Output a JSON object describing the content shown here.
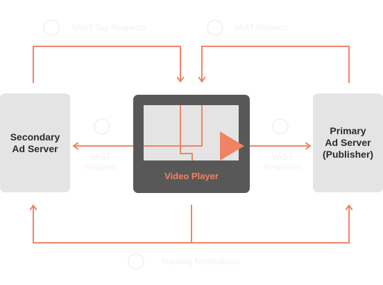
{
  "nodes": {
    "secondary": "Secondary\nAd Server",
    "primary": "Primary\nAd Server\n(Publisher)",
    "player": "Video Player"
  },
  "faint_labels": {
    "top_left": "VAST Tag Requests",
    "top_right": "VAST Redirect",
    "mid_left": "VAST\nRequest",
    "mid_right": "VAST\nResponse",
    "bottom": "Tracking Notifications"
  },
  "colors": {
    "accent": "#f08363",
    "player_bg": "#585858",
    "node_bg": "#e4e4e4",
    "text": "#2b2b2b"
  }
}
